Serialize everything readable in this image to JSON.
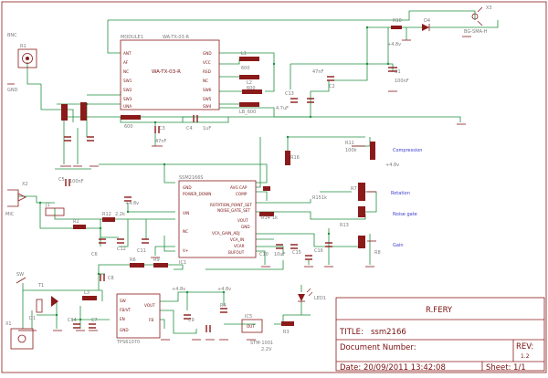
{
  "parts": {
    "module": {
      "ref": "MODULE1",
      "value": "WA-TX-03-R",
      "title": "WA-TX-03-R",
      "pins_left": [
        "ANT",
        "AF",
        "NC",
        "SW1",
        "SW2",
        "SW3",
        "UNA"
      ],
      "pins_right": [
        "GND",
        "VCC",
        "RSD",
        "NC",
        "SW6",
        "SW5",
        "SW4"
      ]
    },
    "ic1": {
      "ref": "IC1",
      "value": "SSM2166S",
      "pins_left": [
        "GND",
        "POWER_DOWN",
        "VIN",
        "NC",
        "V+"
      ],
      "pins_right": [
        "AVG CAP",
        "COMP",
        "ROTATION_POINT_SET",
        "NOISE_GATE_SET",
        "VOUT",
        "GND",
        "VCA_GAIN_ADJ",
        "VCA_IN",
        "VCAR",
        "BUFOUT"
      ]
    },
    "ic4": {
      "ref": "IC4",
      "value": "TPS61070",
      "pins_left": [
        "SW",
        "FB/VT",
        "EN",
        "GND"
      ],
      "pins_right": [
        "VOUT",
        "FB"
      ]
    },
    "ic5": {
      "ref": "IC5",
      "value": "STM-1001",
      "sub": "2.2V",
      "pin": "OUT"
    },
    "vdd": "+4.8v",
    "labels": {
      "r1": "R1",
      "c1": "C1",
      "c2": "C2",
      "c3": "C3",
      "c4": "C4",
      "c5": "C5",
      "c6": "C6",
      "c7": "C7",
      "c8": "C8",
      "c9": "C9",
      "c10": "C10",
      "c11": "C11",
      "c12": "C12",
      "c13": "C13",
      "c14": "C14",
      "c15": "C15",
      "c16": "C16",
      "r2": "R2",
      "r3": "R3",
      "r4": "R4",
      "r6": "R6",
      "r7": "R7",
      "r8": "R8",
      "r9": "R9",
      "r10": "R10",
      "r11": "R11",
      "r12": "R12",
      "r13": "R13",
      "r14": "R14",
      "r15": "R15",
      "r16": "R16",
      "l1": "L1",
      "l2": "L2",
      "l3": "L3",
      "d1": "D1",
      "d4": "D4",
      "led": "LED1",
      "x1": "X1",
      "x2": "X2",
      "x3": "X3",
      "t1": "T1",
      "j1": "J1",
      "bnc": "BNC",
      "bg": "BG-SMA-H",
      "sw": "SW",
      "v_47": "47nF",
      "v_1uf": "1uF",
      "v_100nf": "100nF",
      "v_10uf": "10uF",
      "v_22k": "2.2k",
      "v_10k": "10k",
      "v_100k": "100k",
      "v_1k": "1k",
      "v_600": "600",
      "v_lb": "LB_600",
      "v_4p7": "4.7uF",
      "v_mic": "MIC",
      "gndlbl": "GND"
    },
    "notes": [
      "Compression",
      "Rotation",
      "Noise gate",
      "Gain"
    ]
  },
  "title_block": {
    "author": "R.FERY",
    "title_label": "TITLE:",
    "title_value": "ssm2166",
    "doc_label": "Document Number:",
    "rev_label": "REV:",
    "rev_value": "1.2",
    "date_label": "Date:",
    "date_value": "20/09/2011 13:42:08",
    "sheet_label": "Sheet:",
    "sheet_value": "1/1"
  },
  "colors": {
    "wire": "#1f8f3f",
    "part": "#8b1a1a",
    "text": "#7a7a7a",
    "note": "#3a3ad0",
    "frame": "#8b1a1a"
  }
}
